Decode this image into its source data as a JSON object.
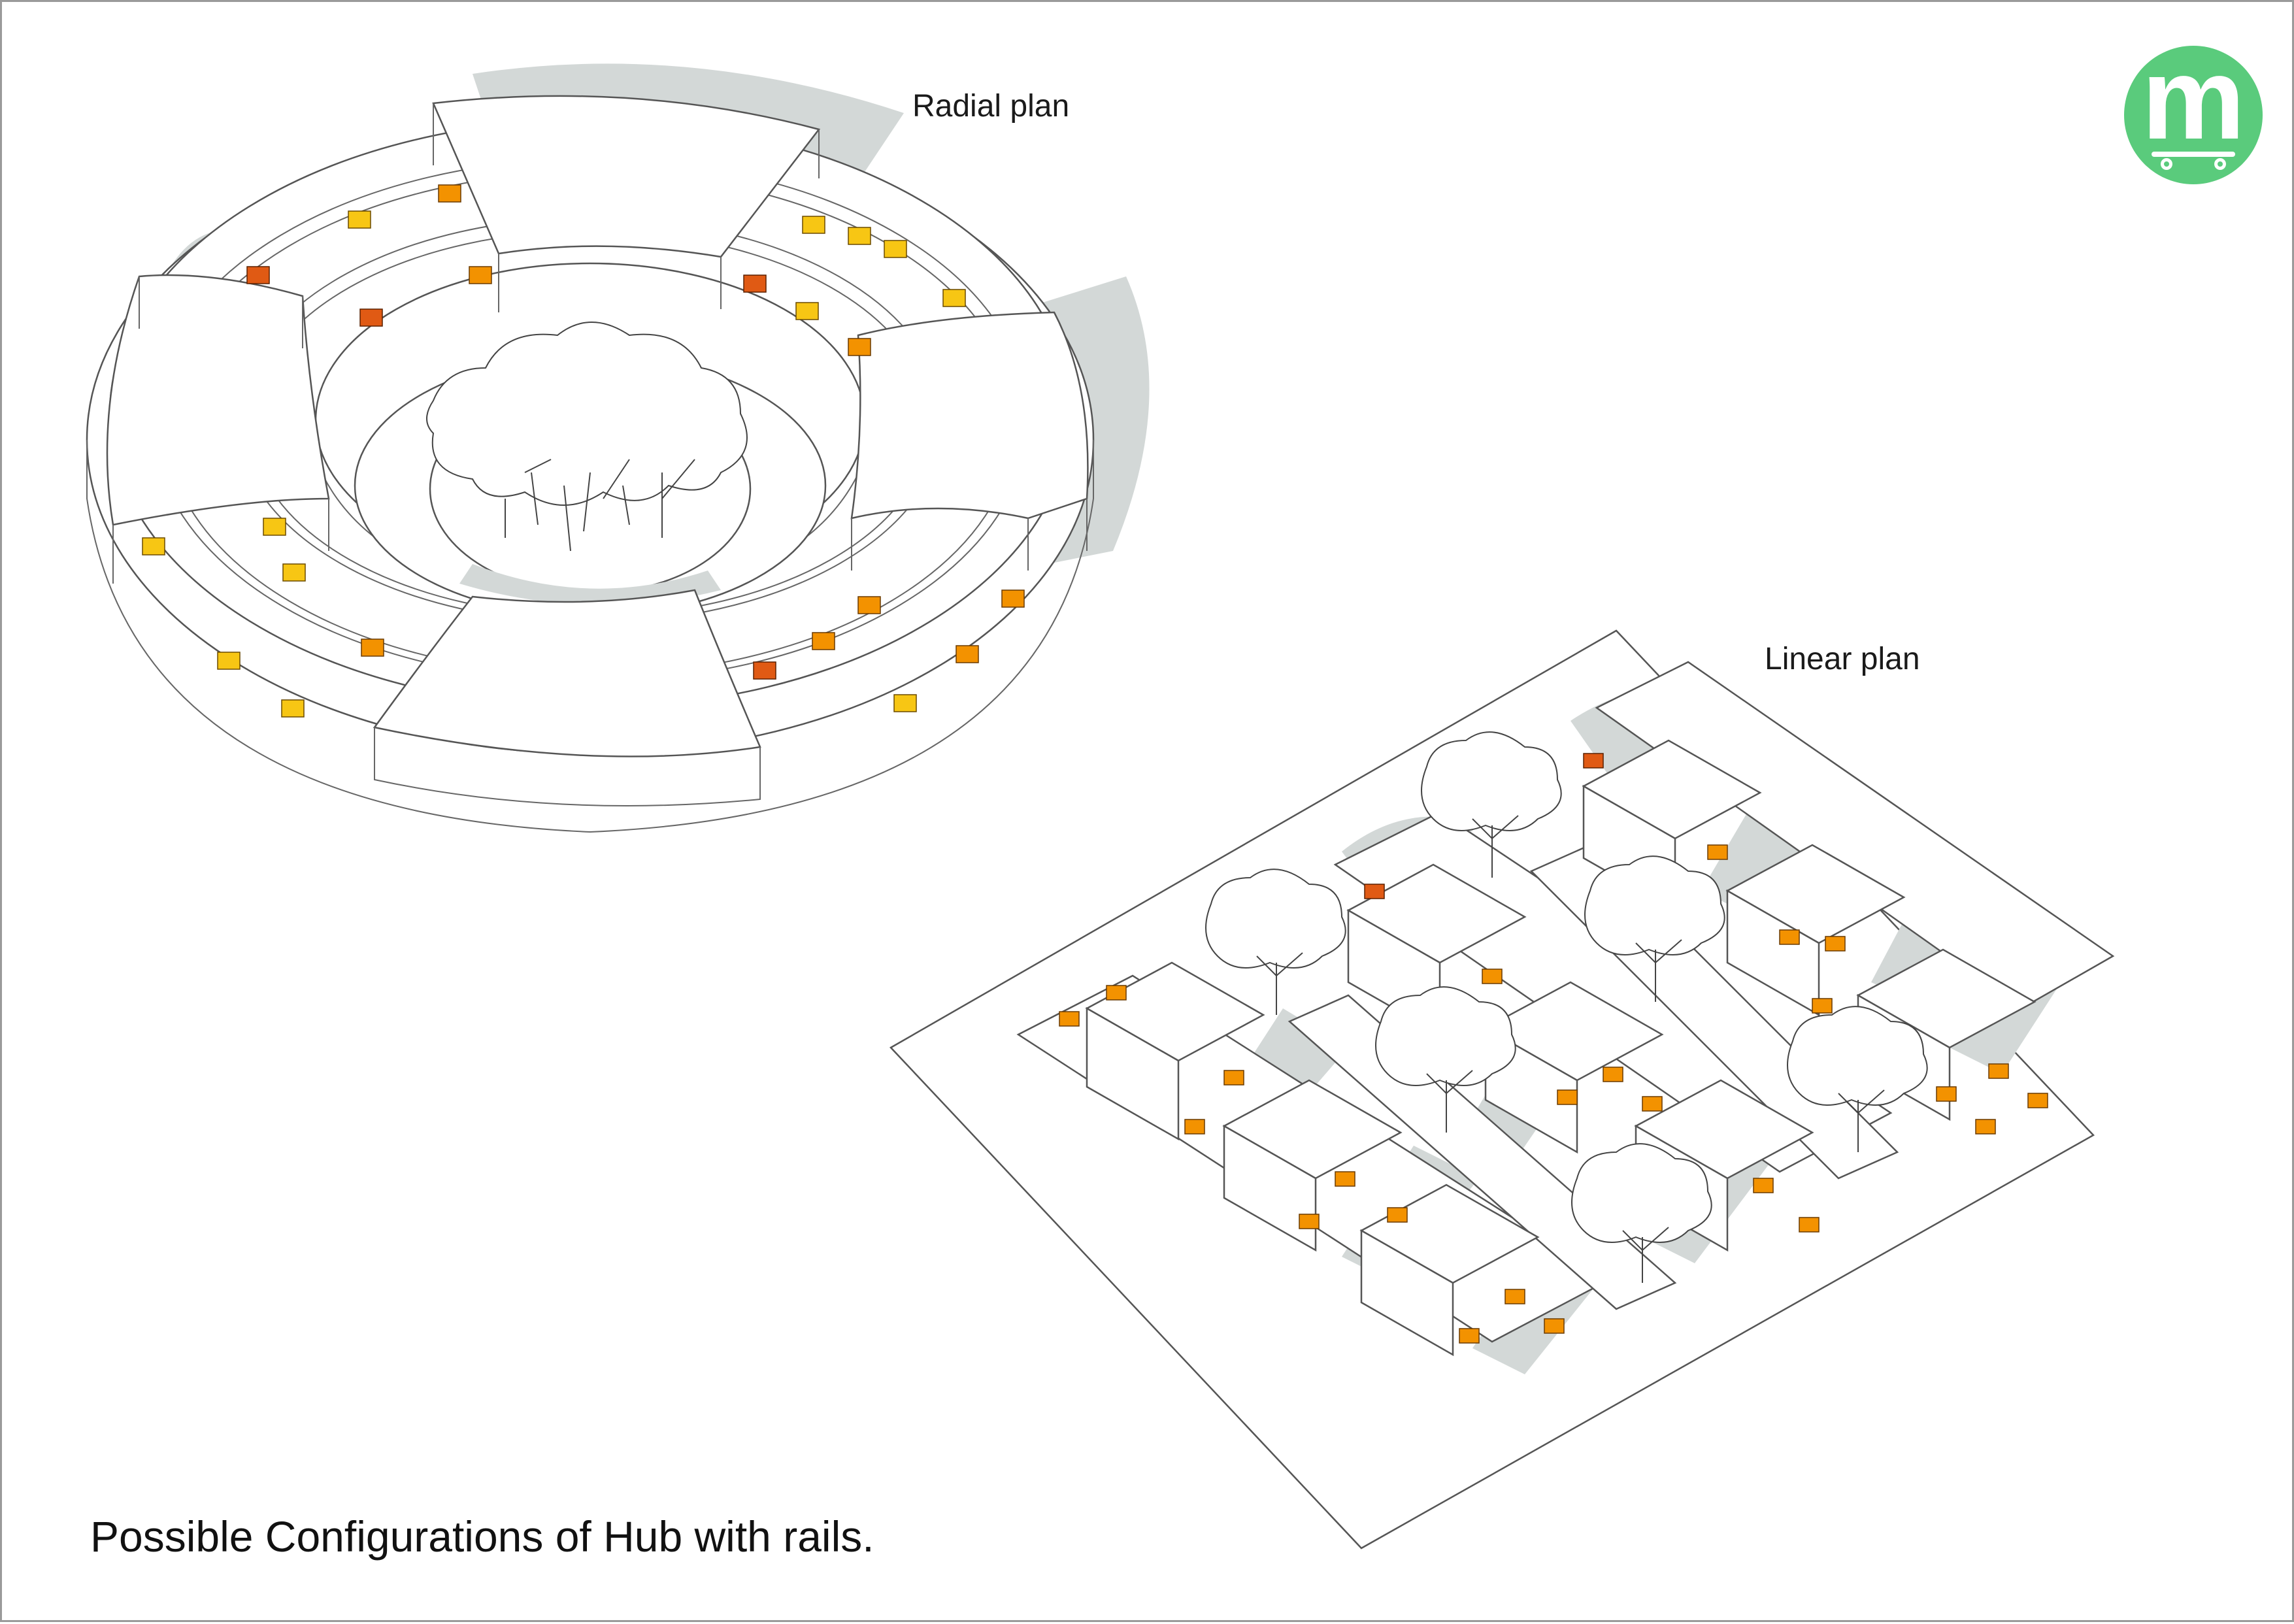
{
  "labels": {
    "radial": "Radial plan",
    "linear": "Linear plan"
  },
  "caption": "Possible Configurations of Hub with rails.",
  "logo": {
    "letter": "m",
    "color": "#5acb7c"
  },
  "colors": {
    "shadow": "#d3d8d7",
    "pod_yellow": "#f7c614",
    "pod_orange": "#f39200",
    "pod_red": "#e05a14"
  }
}
